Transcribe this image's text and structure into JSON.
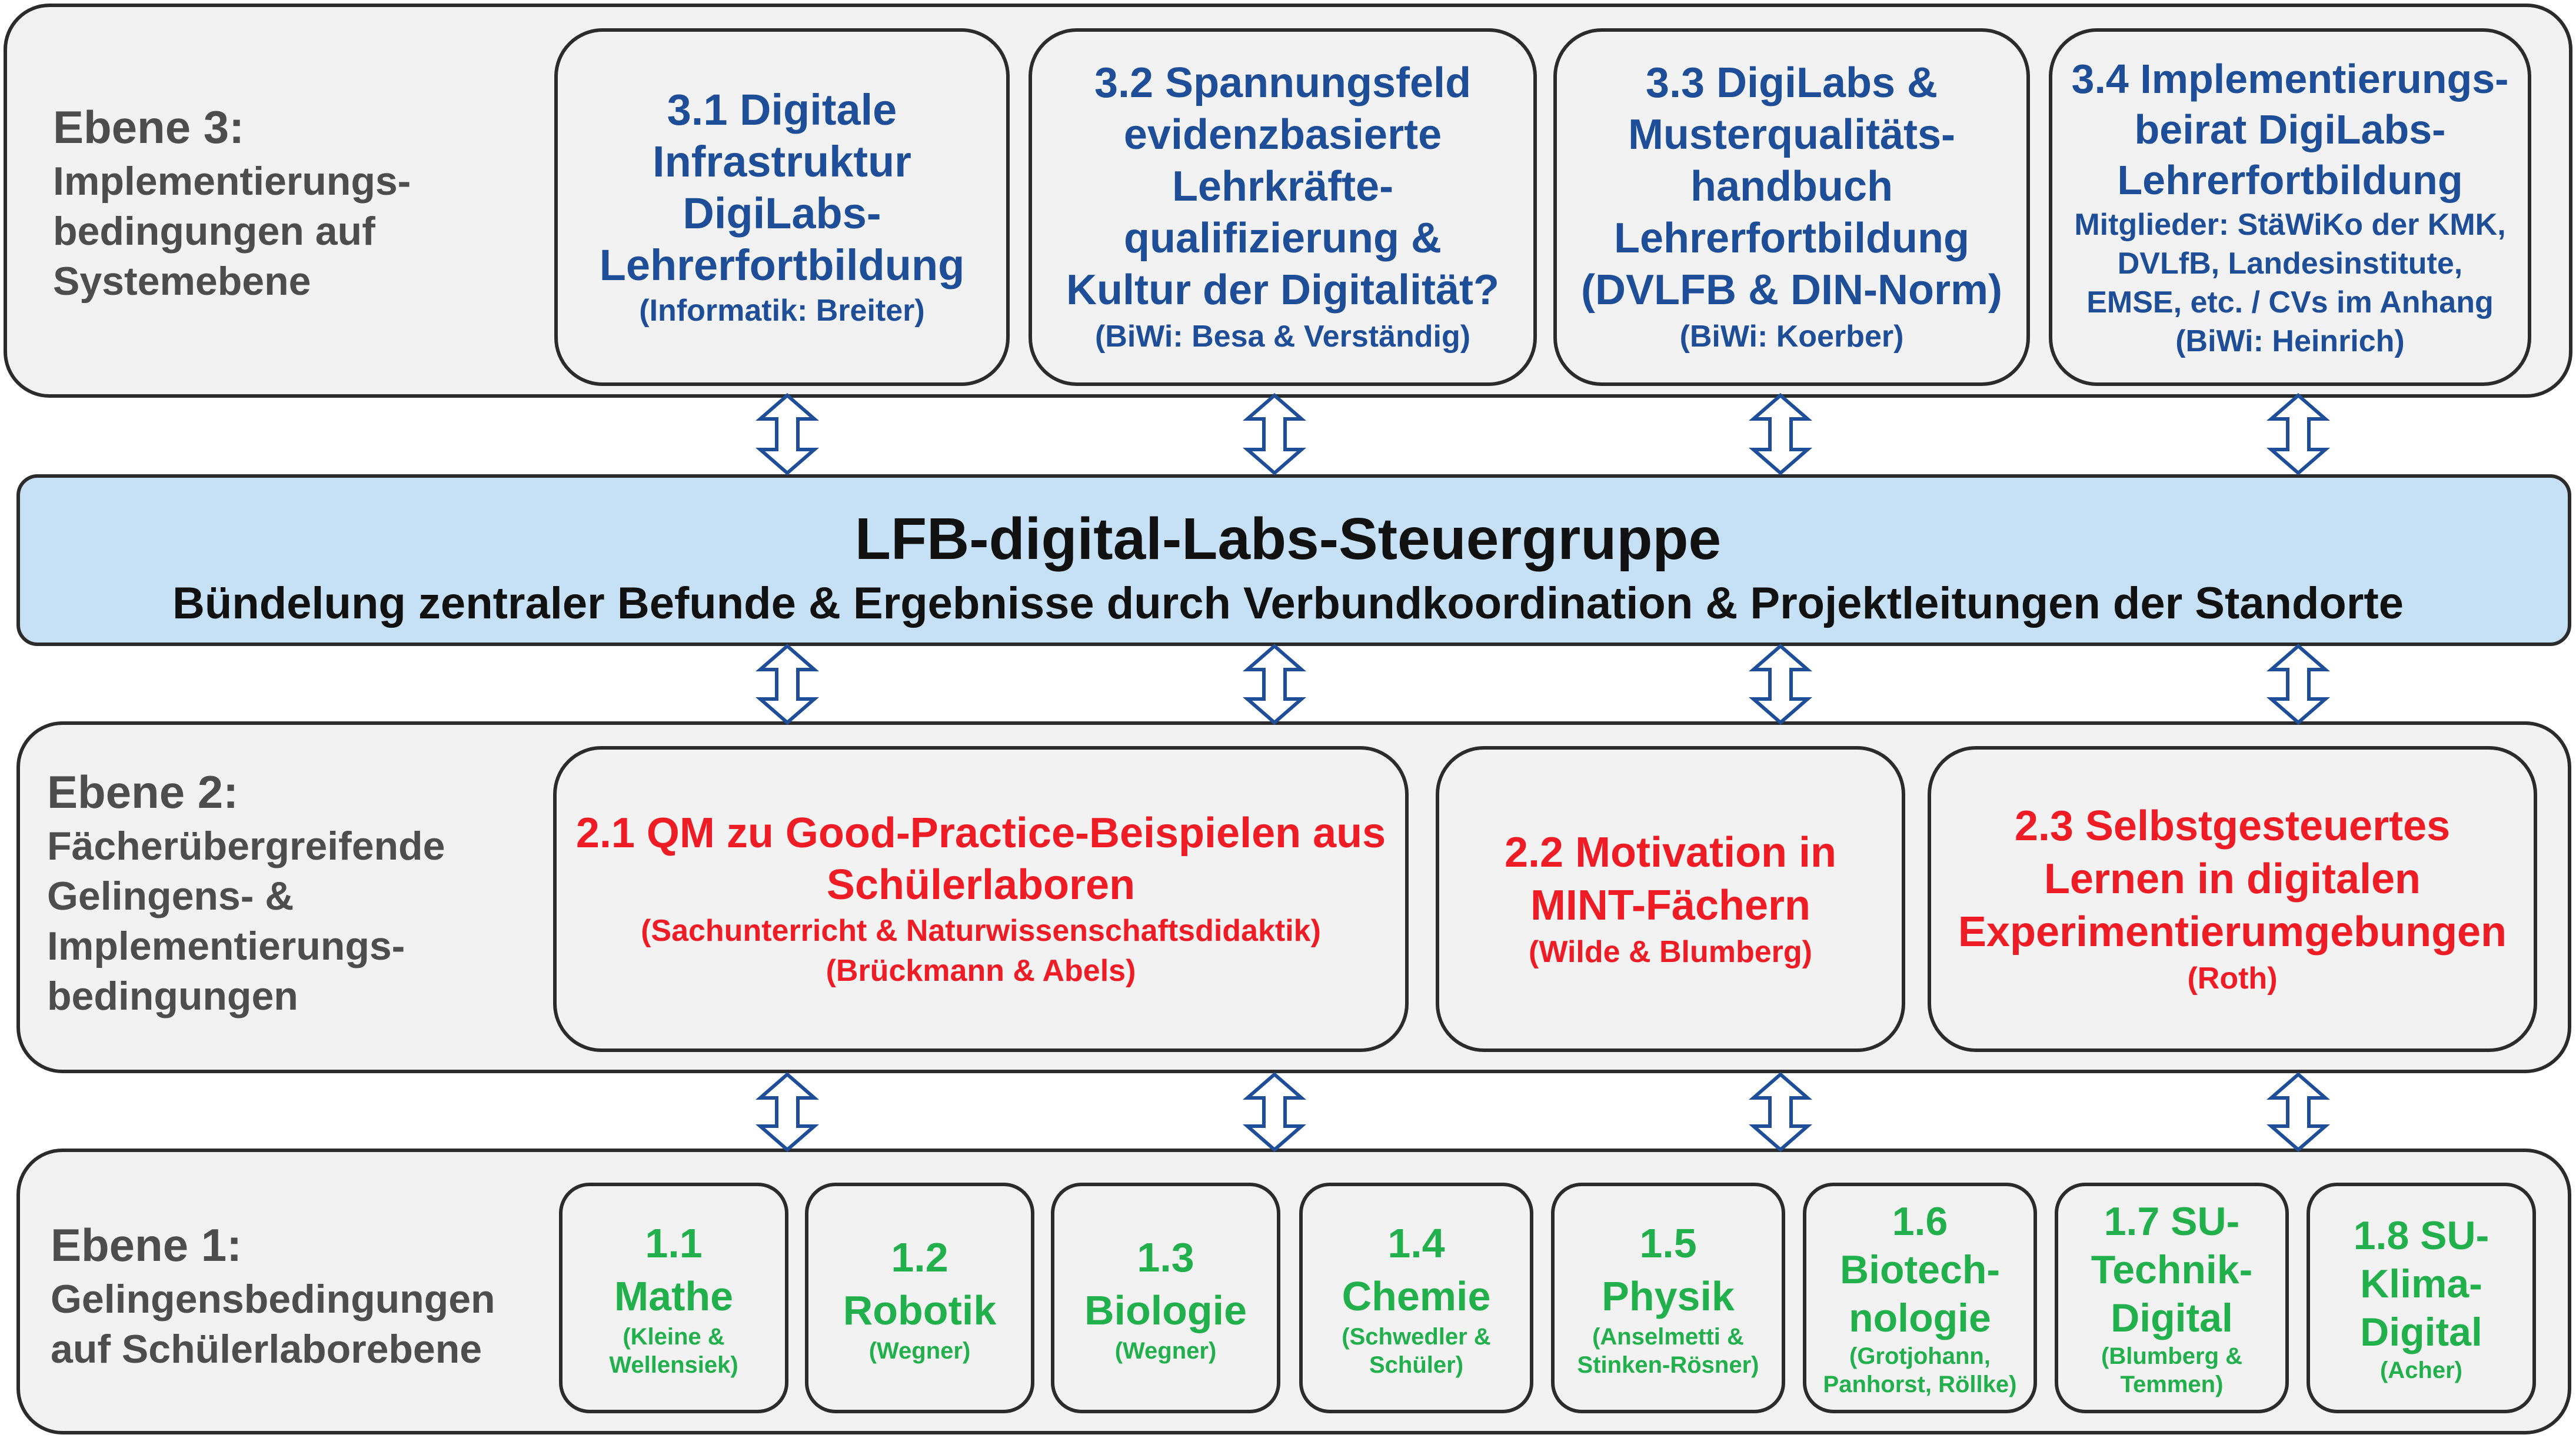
{
  "level3": {
    "label_title": "Ebene 3:",
    "label_lines": [
      "Implementierungs-",
      "bedingungen auf",
      "Systemebene"
    ],
    "boxes": [
      {
        "title_lines": [
          "3.1 Digitale",
          "Infrastruktur",
          "DigiLabs-",
          "Lehrerfortbildung"
        ],
        "sub_lines": [
          "(Informatik: Breiter)"
        ]
      },
      {
        "title_lines": [
          "3.2 Spannungsfeld",
          "evidenzbasierte",
          "Lehrkräfte-",
          "qualifizierung &",
          "Kultur der Digitalität?"
        ],
        "sub_lines": [
          "(BiWi: Besa & Verständig)"
        ]
      },
      {
        "title_lines": [
          "3.3 DigiLabs &",
          "Musterqualitäts-",
          "handbuch",
          "Lehrerfortbildung",
          "(DVLFB & DIN-Norm)"
        ],
        "sub_lines": [
          "(BiWi: Koerber)"
        ]
      },
      {
        "title_lines": [
          "3.4 Implementierungs-",
          "beirat DigiLabs-",
          "Lehrerfortbildung"
        ],
        "sub_lines": [
          "Mitglieder: StäWiKo der KMK,",
          "DVLfB, Landesinstitute,",
          "EMSE, etc. / CVs im Anhang",
          "(BiWi: Heinrich)"
        ]
      }
    ]
  },
  "hub": {
    "title": "LFB-digital-Labs-Steuergruppe",
    "subtitle": "Bündelung zentraler Befunde & Ergebnisse durch Verbundkoordination & Projektleitungen der Standorte"
  },
  "level2": {
    "label_title": "Ebene 2:",
    "label_lines": [
      "Fächerübergreifende",
      "Gelingens- &",
      "Implementierungs-",
      "bedingungen"
    ],
    "boxes": [
      {
        "title_lines": [
          "2.1 QM zu Good-Practice-Beispielen aus",
          "Schülerlaboren"
        ],
        "sub_lines": [
          "(Sachunterricht & Naturwissenschaftsdidaktik)",
          "(Brückmann & Abels)"
        ]
      },
      {
        "title_lines": [
          "2.2 Motivation in",
          "MINT-Fächern"
        ],
        "sub_lines": [
          "(Wilde & Blumberg)"
        ]
      },
      {
        "title_lines": [
          "2.3 Selbstgesteuertes",
          "Lernen in digitalen",
          "Experimentierumgebungen"
        ],
        "sub_lines": [
          "(Roth)"
        ]
      }
    ]
  },
  "level1": {
    "label_title": "Ebene 1:",
    "label_lines": [
      "Gelingensbedingungen",
      "auf Schülerlaborebene"
    ],
    "boxes": [
      {
        "title_lines": [
          "1.1",
          "Mathe"
        ],
        "sub_lines": [
          "(Kleine &",
          "Wellensiek)"
        ]
      },
      {
        "title_lines": [
          "1.2",
          "Robotik"
        ],
        "sub_lines": [
          "(Wegner)"
        ]
      },
      {
        "title_lines": [
          "1.3",
          "Biologie"
        ],
        "sub_lines": [
          "(Wegner)"
        ]
      },
      {
        "title_lines": [
          "1.4",
          "Chemie"
        ],
        "sub_lines": [
          "(Schwedler &",
          "Schüler)"
        ]
      },
      {
        "title_lines": [
          "1.5",
          "Physik"
        ],
        "sub_lines": [
          "(Anselmetti &",
          "Stinken-Rösner)"
        ]
      },
      {
        "title_lines": [
          "1.6",
          "Biotech-",
          "nologie"
        ],
        "sub_lines": [
          "(Grotjohann,",
          "Panhorst, Röllke)"
        ]
      },
      {
        "title_lines": [
          "1.7 SU-",
          "Technik-",
          "Digital"
        ],
        "sub_lines": [
          "(Blumberg &",
          "Temmen)"
        ]
      },
      {
        "title_lines": [
          "1.8 SU-",
          "Klima-",
          "Digital"
        ],
        "sub_lines": [
          "(Acher)"
        ]
      }
    ]
  },
  "colors": {
    "level3": "#1f4e99",
    "level2": "#ee1c24",
    "level1": "#22b04c",
    "hub": "#c6e0f5",
    "arrow": "#1f4e99"
  },
  "icons": {
    "connector": "double-arrow-vertical-icon"
  }
}
